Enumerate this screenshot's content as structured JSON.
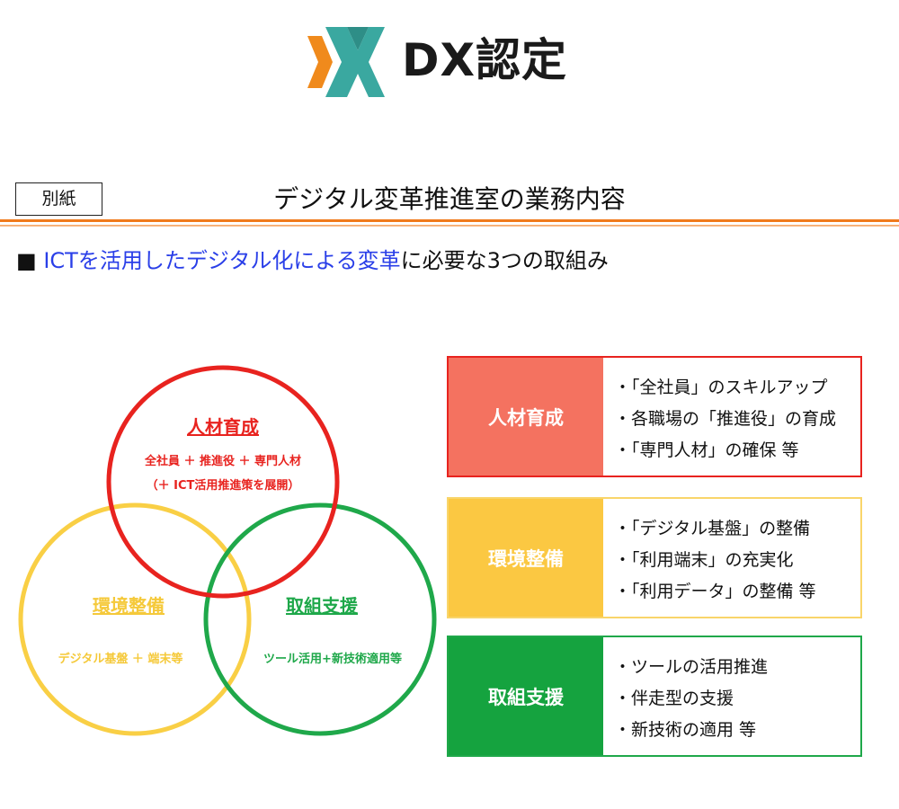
{
  "logo": {
    "text": "DX認定",
    "icon": "dx-chevron-logo"
  },
  "header": {
    "annex_label": "別紙",
    "title": "デジタル変革推進室の業務内容"
  },
  "subtitle": {
    "bullet": "■",
    "highlight": "ICTを活用したデジタル化による変革",
    "rest": "に必要な3つの取組み"
  },
  "venn": {
    "human": {
      "title": "人材育成",
      "line1": "全社員 ＋ 推進役 ＋ 専門人材",
      "line2": "（＋ ICT活用推進策を展開）"
    },
    "environment": {
      "title": "環境整備",
      "line1": "デジタル基盤 ＋ 端末等"
    },
    "support": {
      "title": "取組支援",
      "line1": "ツール活用+新技術適用等"
    }
  },
  "boxes": [
    {
      "label": "人材育成",
      "items": [
        "・「全社員」のスキルアップ",
        "・各職場の「推進役」の育成",
        "・「専門人材」の確保 等"
      ]
    },
    {
      "label": "環境整備",
      "items": [
        "・「デジタル基盤」の整備",
        "・「利用端末」の充実化",
        "・「利用データ」の整備 等"
      ]
    },
    {
      "label": "取組支援",
      "items": [
        "・ツールの活用推進",
        "・伴走型の支援",
        "・新技術の適用 等"
      ]
    }
  ],
  "colors": {
    "orange_rule": "#f07a1c",
    "highlight_blue": "#2a3fe8",
    "red": "#e8231f",
    "yellow": "#f5c93a",
    "green": "#1fa84a",
    "logo_teal": "#3aa8a0",
    "logo_orange": "#f08a1c"
  }
}
